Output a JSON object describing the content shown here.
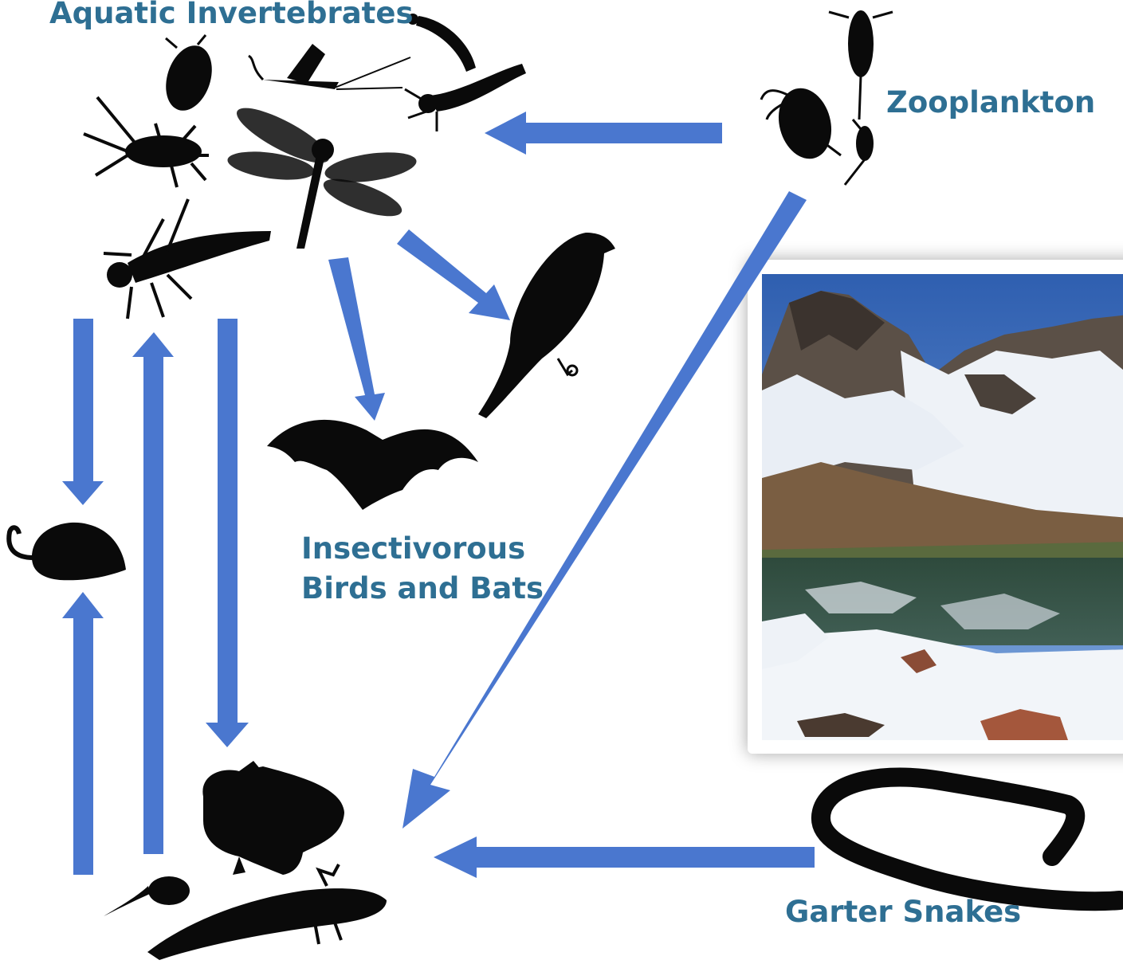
{
  "labels": {
    "aquatic": "Aquatic Invertebrates",
    "zooplankton": "Zooplankton",
    "birds_line1": "Insectivorous",
    "birds_line2": "Birds and Bats",
    "snakes": "Garter Snakes"
  },
  "colors": {
    "arrow": "#4a77cf",
    "label": "#2e6f93",
    "silhouette": "#0a0a0a"
  },
  "icons": [
    "mayfly-icon",
    "beetle-icon",
    "stonefly-nymph-icon",
    "dragonfly-icon",
    "damselfly-nymph-icon",
    "larva-icon",
    "copepod-icon",
    "daphnia-icon",
    "bird-icon",
    "bat-icon",
    "shrew-icon",
    "frog-icon",
    "tadpole-icon",
    "salamander-icon",
    "snake-icon"
  ],
  "photo": {
    "subject": "alpine-lake-photo"
  }
}
